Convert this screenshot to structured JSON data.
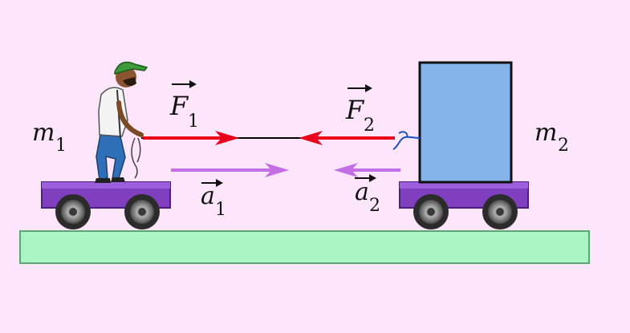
{
  "colors": {
    "background": "#fde6fb",
    "ground": "#a9f5c3",
    "cart": "#7f3fbf",
    "box": "#84b4ea",
    "force_arrow": "#e8001a",
    "acceleration_arrow": "#c46ee6",
    "rope": "#000000"
  },
  "labels": {
    "m1": {
      "base": "m",
      "sub": "1"
    },
    "m2": {
      "base": "m",
      "sub": "2"
    },
    "F1": {
      "base": "F",
      "sub": "1"
    },
    "F2": {
      "base": "F",
      "sub": "2"
    },
    "a1": {
      "base": "a",
      "sub": "1"
    },
    "a2": {
      "base": "a",
      "sub": "2"
    }
  }
}
